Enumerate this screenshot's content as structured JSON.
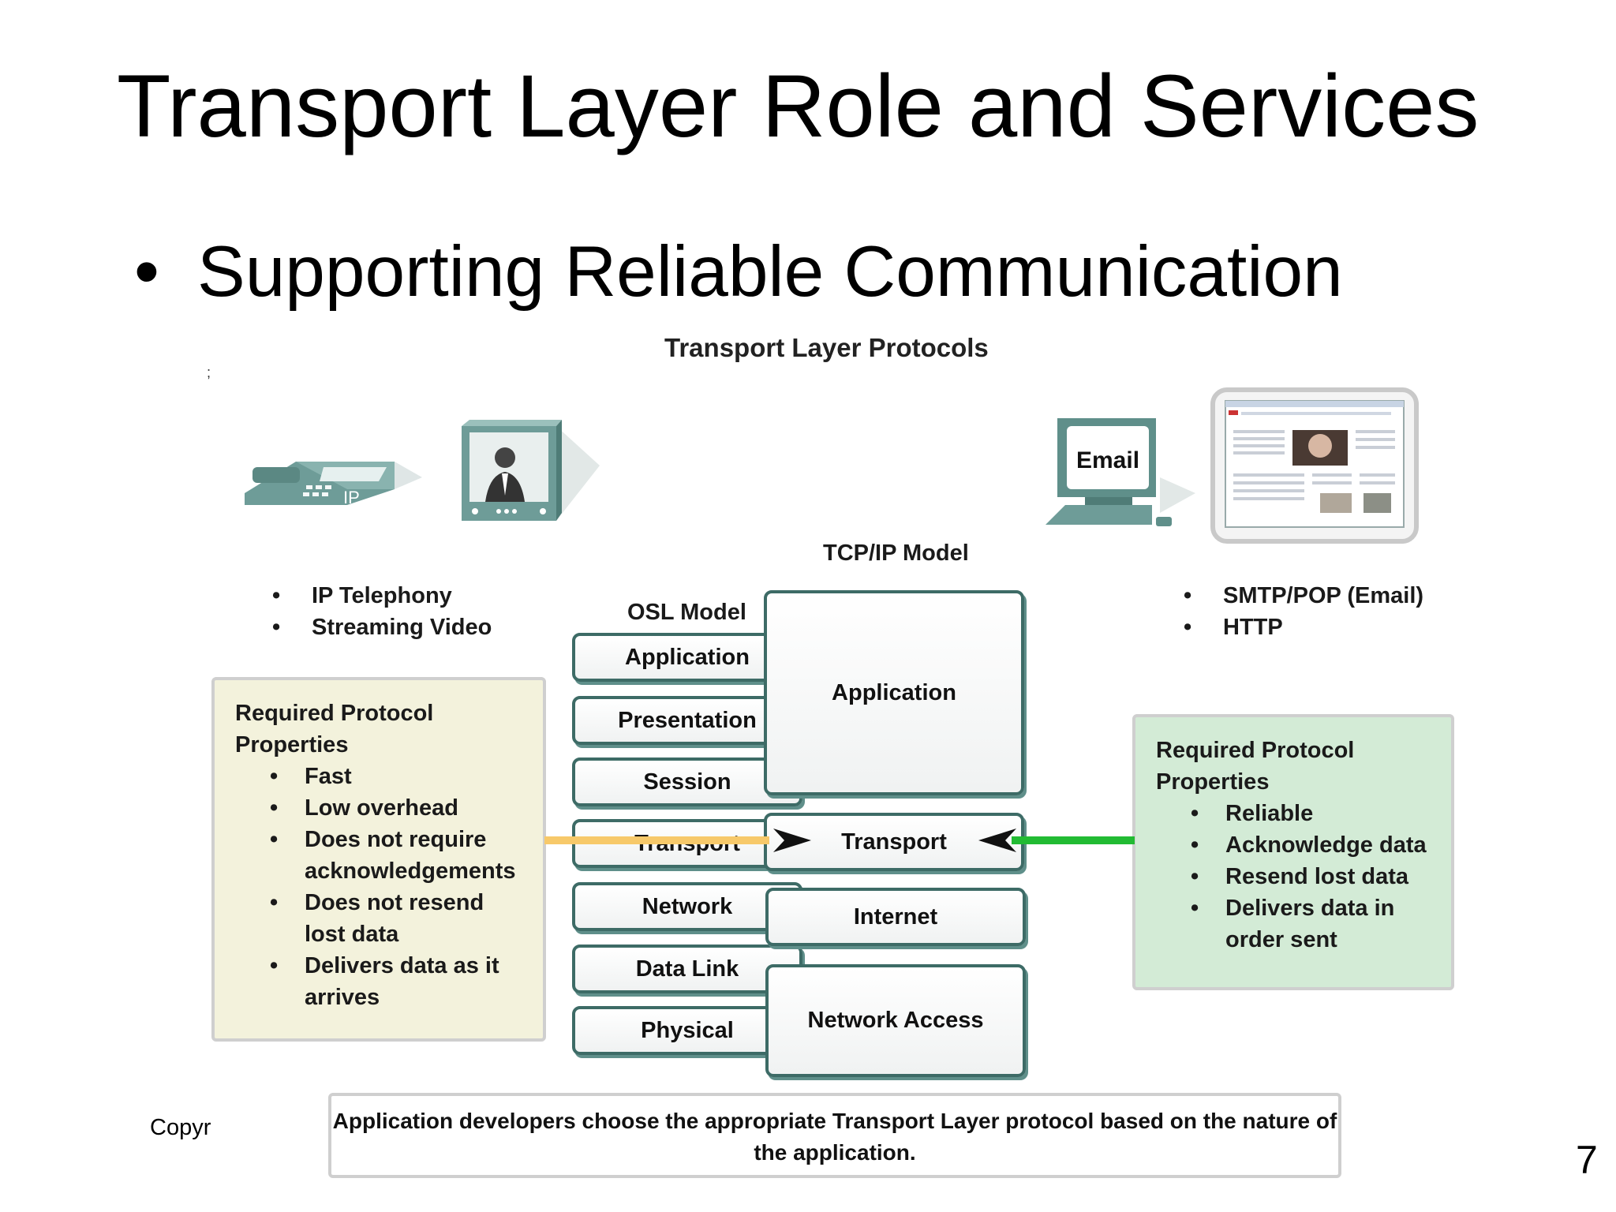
{
  "slide": {
    "title": "Transport Layer Role and Services",
    "bullet": "Supporting Reliable Communication",
    "copyright": "Copyr",
    "page_number": "7"
  },
  "figure": {
    "title": "Transport Layer Protocols",
    "stray_mark": ";",
    "left_apps": [
      "IP Telephony",
      "Streaming Video"
    ],
    "right_apps": [
      "SMTP/POP (Email)",
      "HTTP"
    ],
    "icons": {
      "ip_phone": {
        "name": "ip-phone-icon",
        "text": "IP"
      },
      "video_monitor": {
        "name": "video-monitor-icon"
      },
      "email_computer": {
        "name": "email-computer-icon",
        "text": "Email"
      },
      "web_browser": {
        "name": "web-browser-icon"
      }
    },
    "udp_box": {
      "heading": "Required Protocol Properties",
      "items": [
        "Fast",
        "Low overhead",
        "Does not require acknowledgements",
        "Does not resend lost data",
        "Delivers data as it arrives"
      ],
      "background": "#f3f2dc"
    },
    "tcp_box": {
      "heading": "Required Protocol Properties",
      "items": [
        "Reliable",
        "Acknowledge data",
        "Resend lost data",
        "Delivers data in order sent"
      ],
      "background": "#d3ebd6"
    },
    "osi_model": {
      "label": "OSL Model",
      "layers": [
        "Application",
        "Presentation",
        "Session",
        "Transport",
        "Network",
        "Data Link",
        "Physical"
      ]
    },
    "tcpip_model": {
      "label": "TCP/IP Model",
      "layers": [
        "Application",
        "Transport",
        "Internet",
        "Network Access"
      ]
    },
    "arrow_colors": {
      "left": "#f7c96a",
      "right": "#22bb33"
    },
    "note": "Application developers choose the appropriate Transport Layer protocol based on the nature of the application."
  }
}
